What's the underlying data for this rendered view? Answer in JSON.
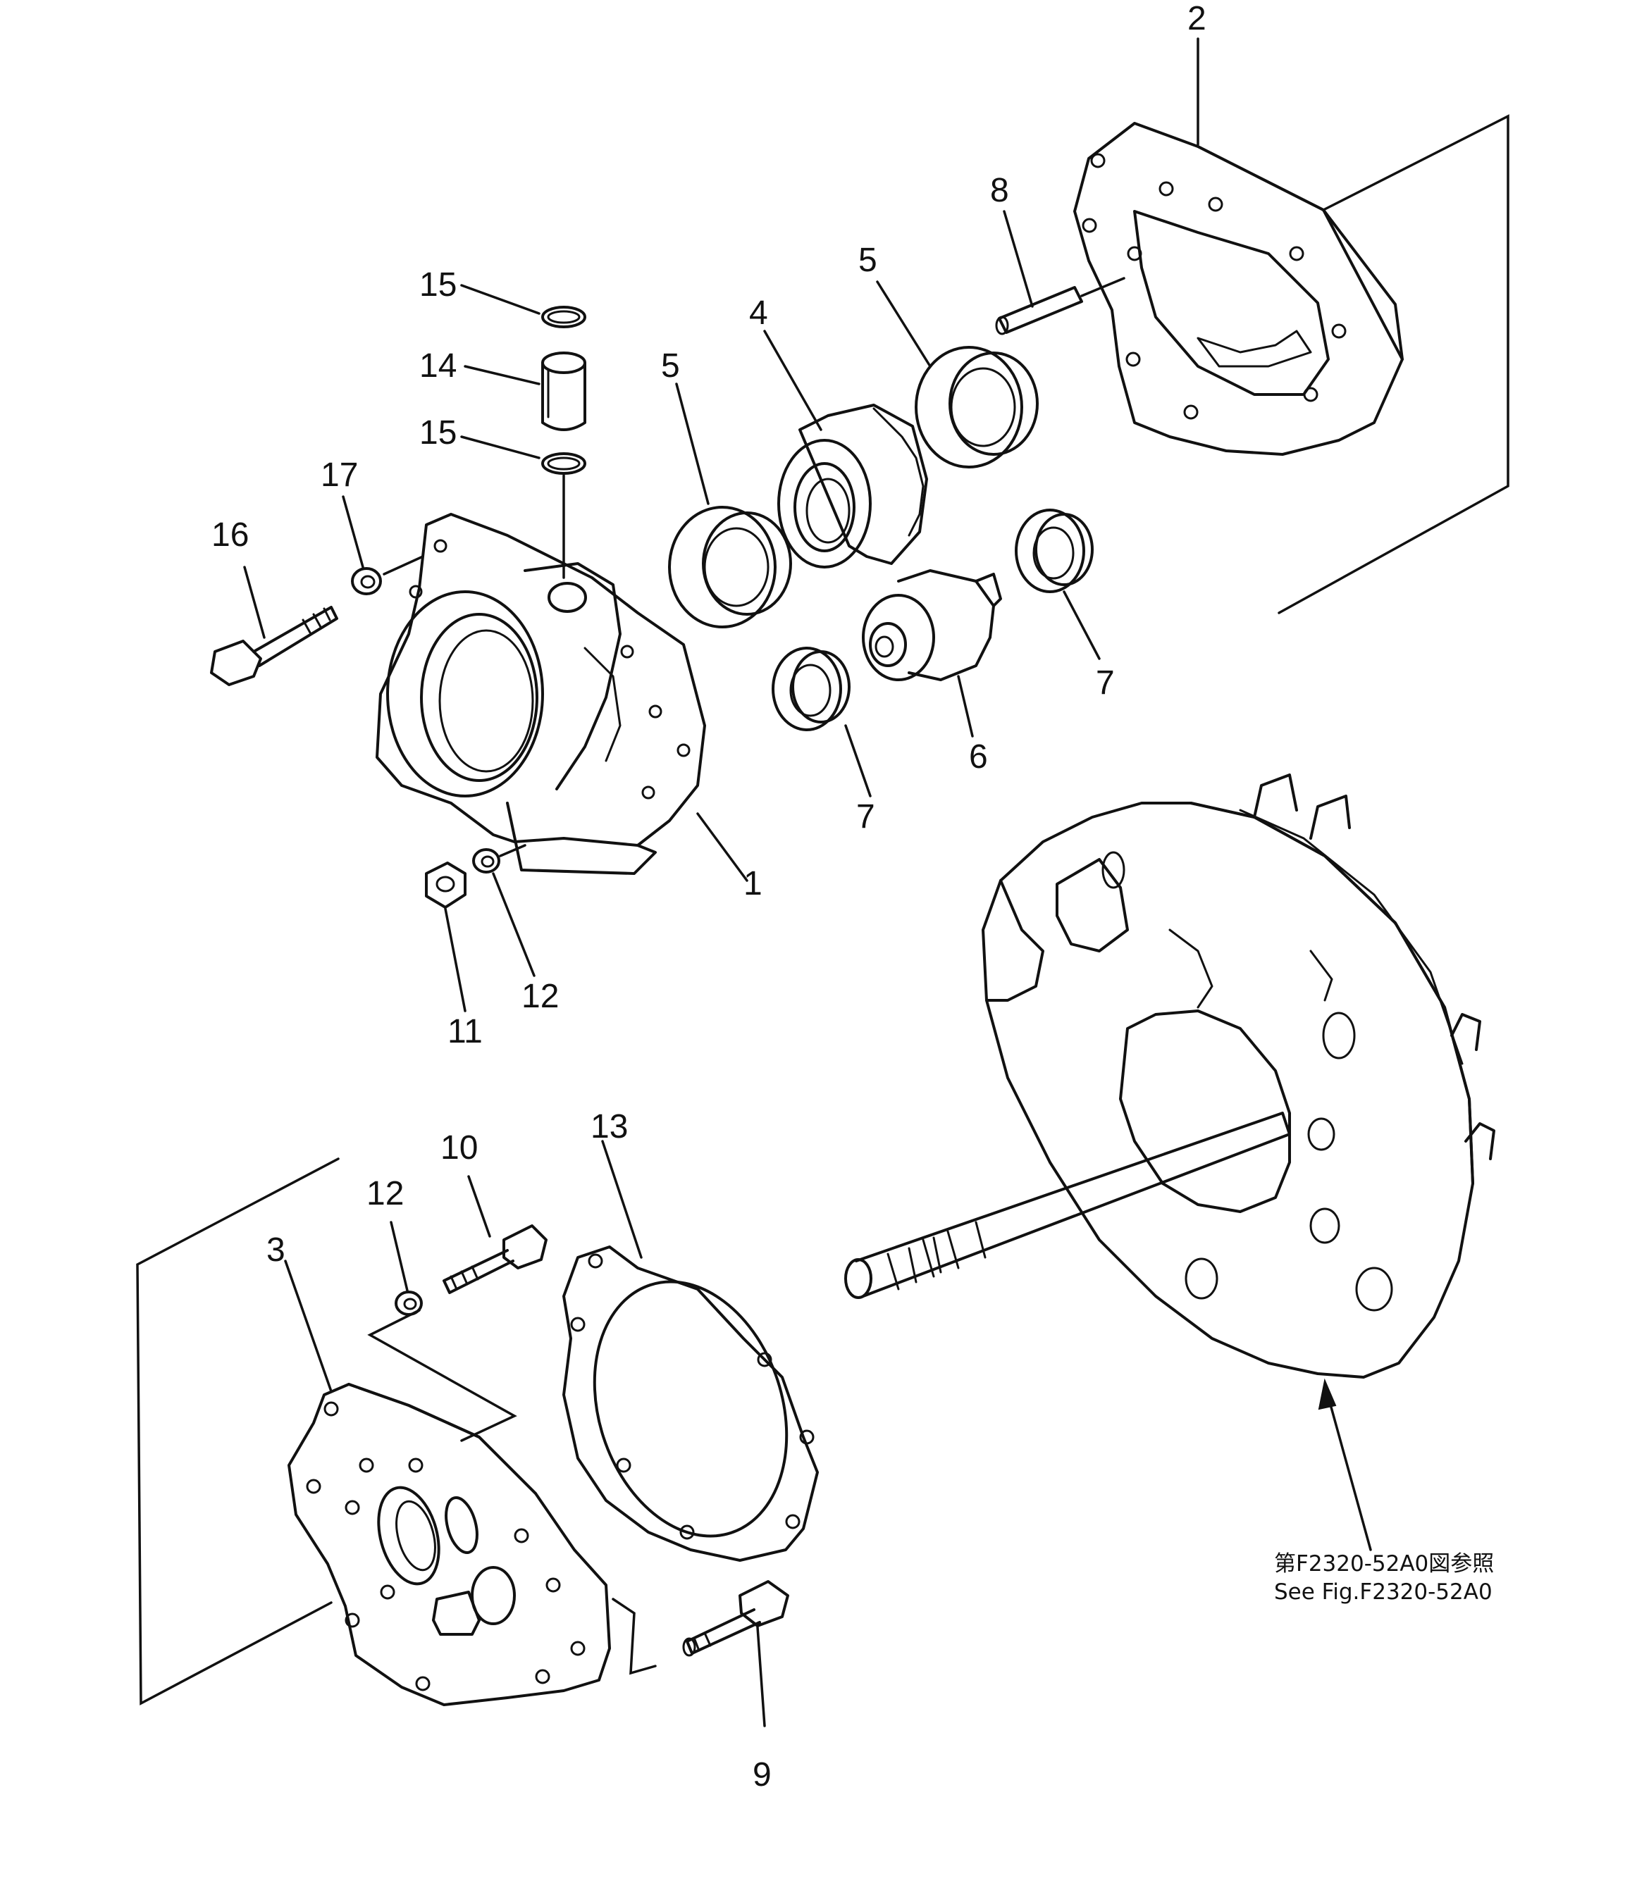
{
  "callouts": {
    "c1": "1",
    "c2": "2",
    "c3": "3",
    "c4": "4",
    "c5a": "5",
    "c5b": "5",
    "c6": "6",
    "c7a": "7",
    "c7b": "7",
    "c8": "8",
    "c9": "9",
    "c10": "10",
    "c11": "11",
    "c12a": "12",
    "c12b": "12",
    "c13": "13",
    "c14": "14",
    "c15a": "15",
    "c15b": "15",
    "c16": "16",
    "c17": "17"
  },
  "reference": {
    "line1": "第F2320-52A0図参照",
    "line2": "See Fig.F2320-52A0"
  }
}
